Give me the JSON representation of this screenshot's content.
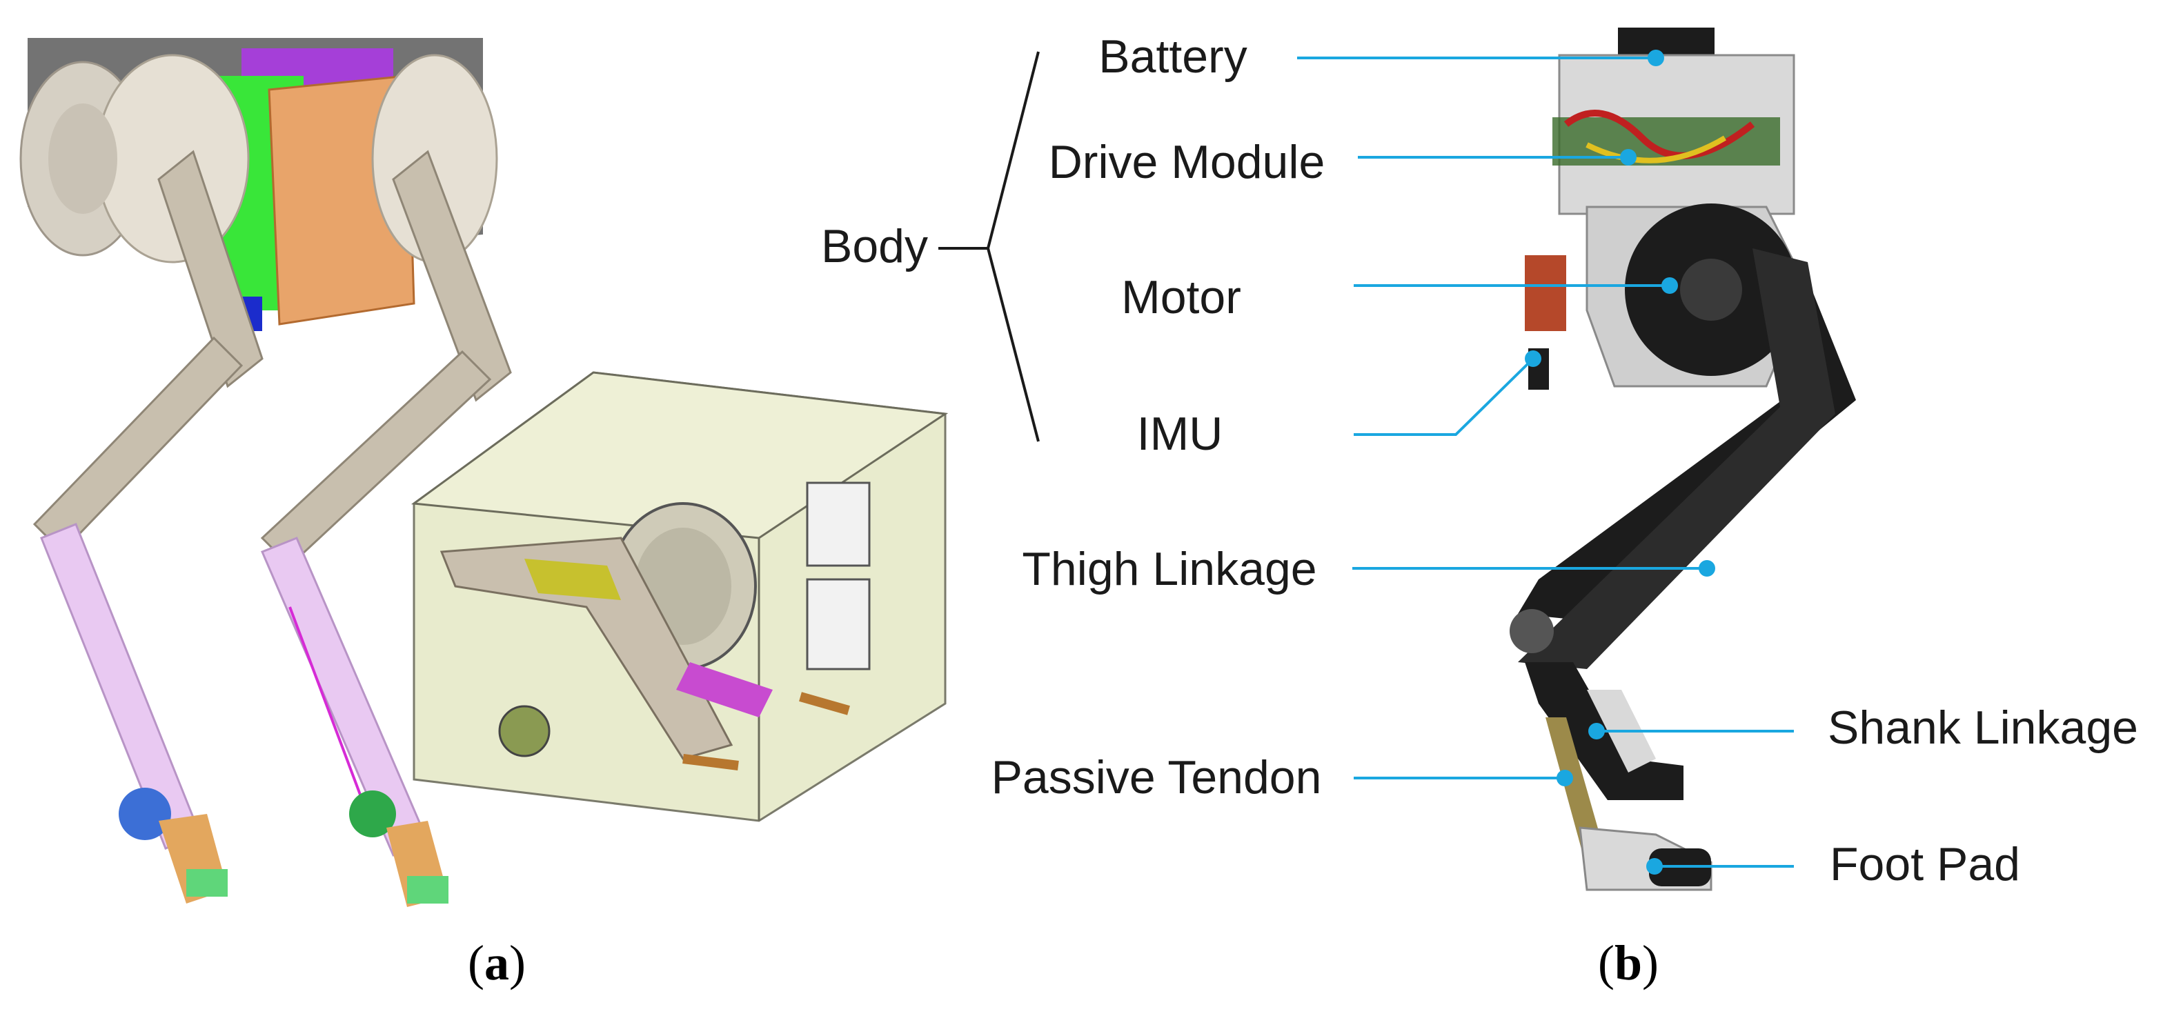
{
  "figure": {
    "panel_a": {
      "caption_letter": "a"
    },
    "panel_b": {
      "caption_letter": "b",
      "body_label": "Body",
      "labels": {
        "battery": "Battery",
        "drive_module": "Drive Module",
        "motor": "Motor",
        "imu": "IMU",
        "thigh_linkage": "Thigh Linkage",
        "shank_linkage": "Shank Linkage",
        "passive_tendon": "Passive Tendon",
        "foot_pad": "Foot Pad"
      }
    },
    "colors": {
      "leader_line": "#1aa7e0",
      "cad_frame": "#c8bfae",
      "cad_shin": "#e9c9f2",
      "cad_board": "#e8a46a",
      "cad_pcb": "#39e639",
      "cad_box": "#e6e9c8",
      "robot_body": "#1c1c1c",
      "robot_metal": "#d9d9d9"
    }
  }
}
